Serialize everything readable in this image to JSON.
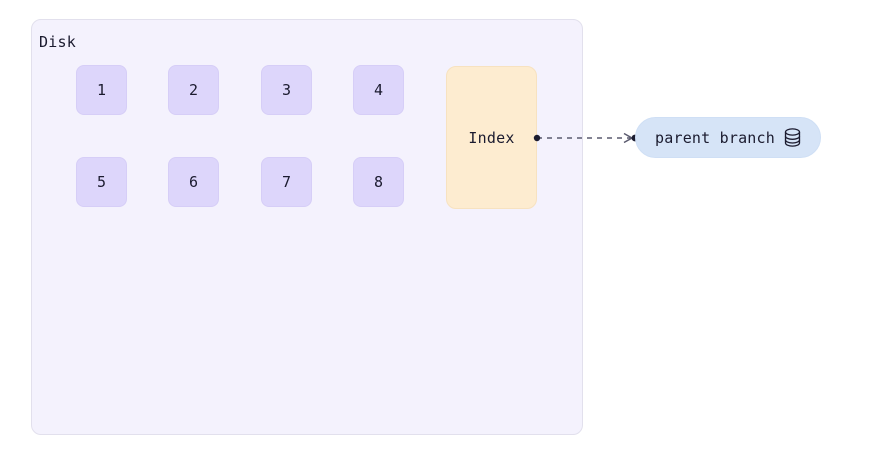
{
  "diagram": {
    "type": "storage-layout-diagram",
    "disk": {
      "label": "Disk",
      "fill_color": "#f4f2fd",
      "border_color": "#e2e0ed",
      "blocks": [
        {
          "label": "1",
          "row": 1,
          "column": 1
        },
        {
          "label": "2",
          "row": 1,
          "column": 2
        },
        {
          "label": "3",
          "row": 1,
          "column": 3
        },
        {
          "label": "4",
          "row": 1,
          "column": 4
        },
        {
          "label": "5",
          "row": 2,
          "column": 1
        },
        {
          "label": "6",
          "row": 2,
          "column": 2
        },
        {
          "label": "7",
          "row": 2,
          "column": 3
        },
        {
          "label": "8",
          "row": 2,
          "column": 4
        }
      ],
      "block_fill_color": "#ddd6fb",
      "index": {
        "label": "Index",
        "fill_color": "#fdecd0",
        "border_color": "#f7e2c0"
      }
    },
    "external_node": {
      "label": "parent branch",
      "icon": "database-icon",
      "fill_color": "#d6e4f7",
      "border_color": "#cfdff5"
    },
    "connector": {
      "style": "dashed",
      "direction": "index-to-parent-branch",
      "color": "#5a5a6e",
      "start_marker": "dot",
      "end_marker": "arrow-dot"
    }
  }
}
